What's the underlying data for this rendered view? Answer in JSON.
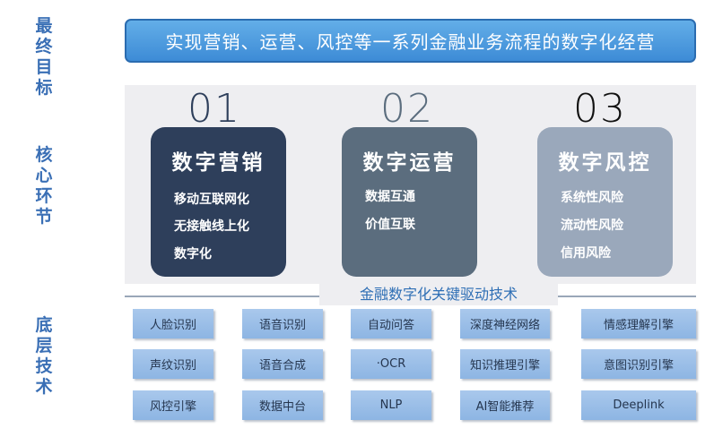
{
  "side_labels": {
    "goal": [
      "最",
      "终",
      "目",
      "标"
    ],
    "core": [
      "核",
      "心",
      "环",
      "节"
    ],
    "base": [
      "底",
      "层",
      "技",
      "术"
    ]
  },
  "banner": "实现营销、运营、风控等一系列金融业务流程的数字化经营",
  "core": [
    {
      "num": "01",
      "title": "数字营销",
      "items": [
        "移动互联网化",
        "无接触线上化",
        "数字化"
      ],
      "color": "#2e3f5b",
      "num_color": "#2e3f5b"
    },
    {
      "num": "02",
      "title": "数字运营",
      "items": [
        "数据互通",
        "价值互联"
      ],
      "color": "#5b6d7e",
      "num_color": "#5b6d7e"
    },
    {
      "num": "03",
      "title": "数字风控",
      "items": [
        "系统性风险",
        "流动性风险",
        "信用风险"
      ],
      "color": "#9aa8bb",
      "num_color": "#111111"
    }
  ],
  "drive_label": "金融数字化关键驱动技术",
  "tech_rows": [
    [
      "人脸识别",
      "语音识别",
      "自动问答",
      "深度神经网络",
      "情感理解引擎"
    ],
    [
      "声纹识别",
      "语音合成",
      "·OCR",
      "知识推理引擎",
      "意图识别引擎"
    ],
    [
      "风控引擎",
      "数据中台",
      "NLP",
      "AI智能推荐",
      "Deeplink"
    ]
  ]
}
